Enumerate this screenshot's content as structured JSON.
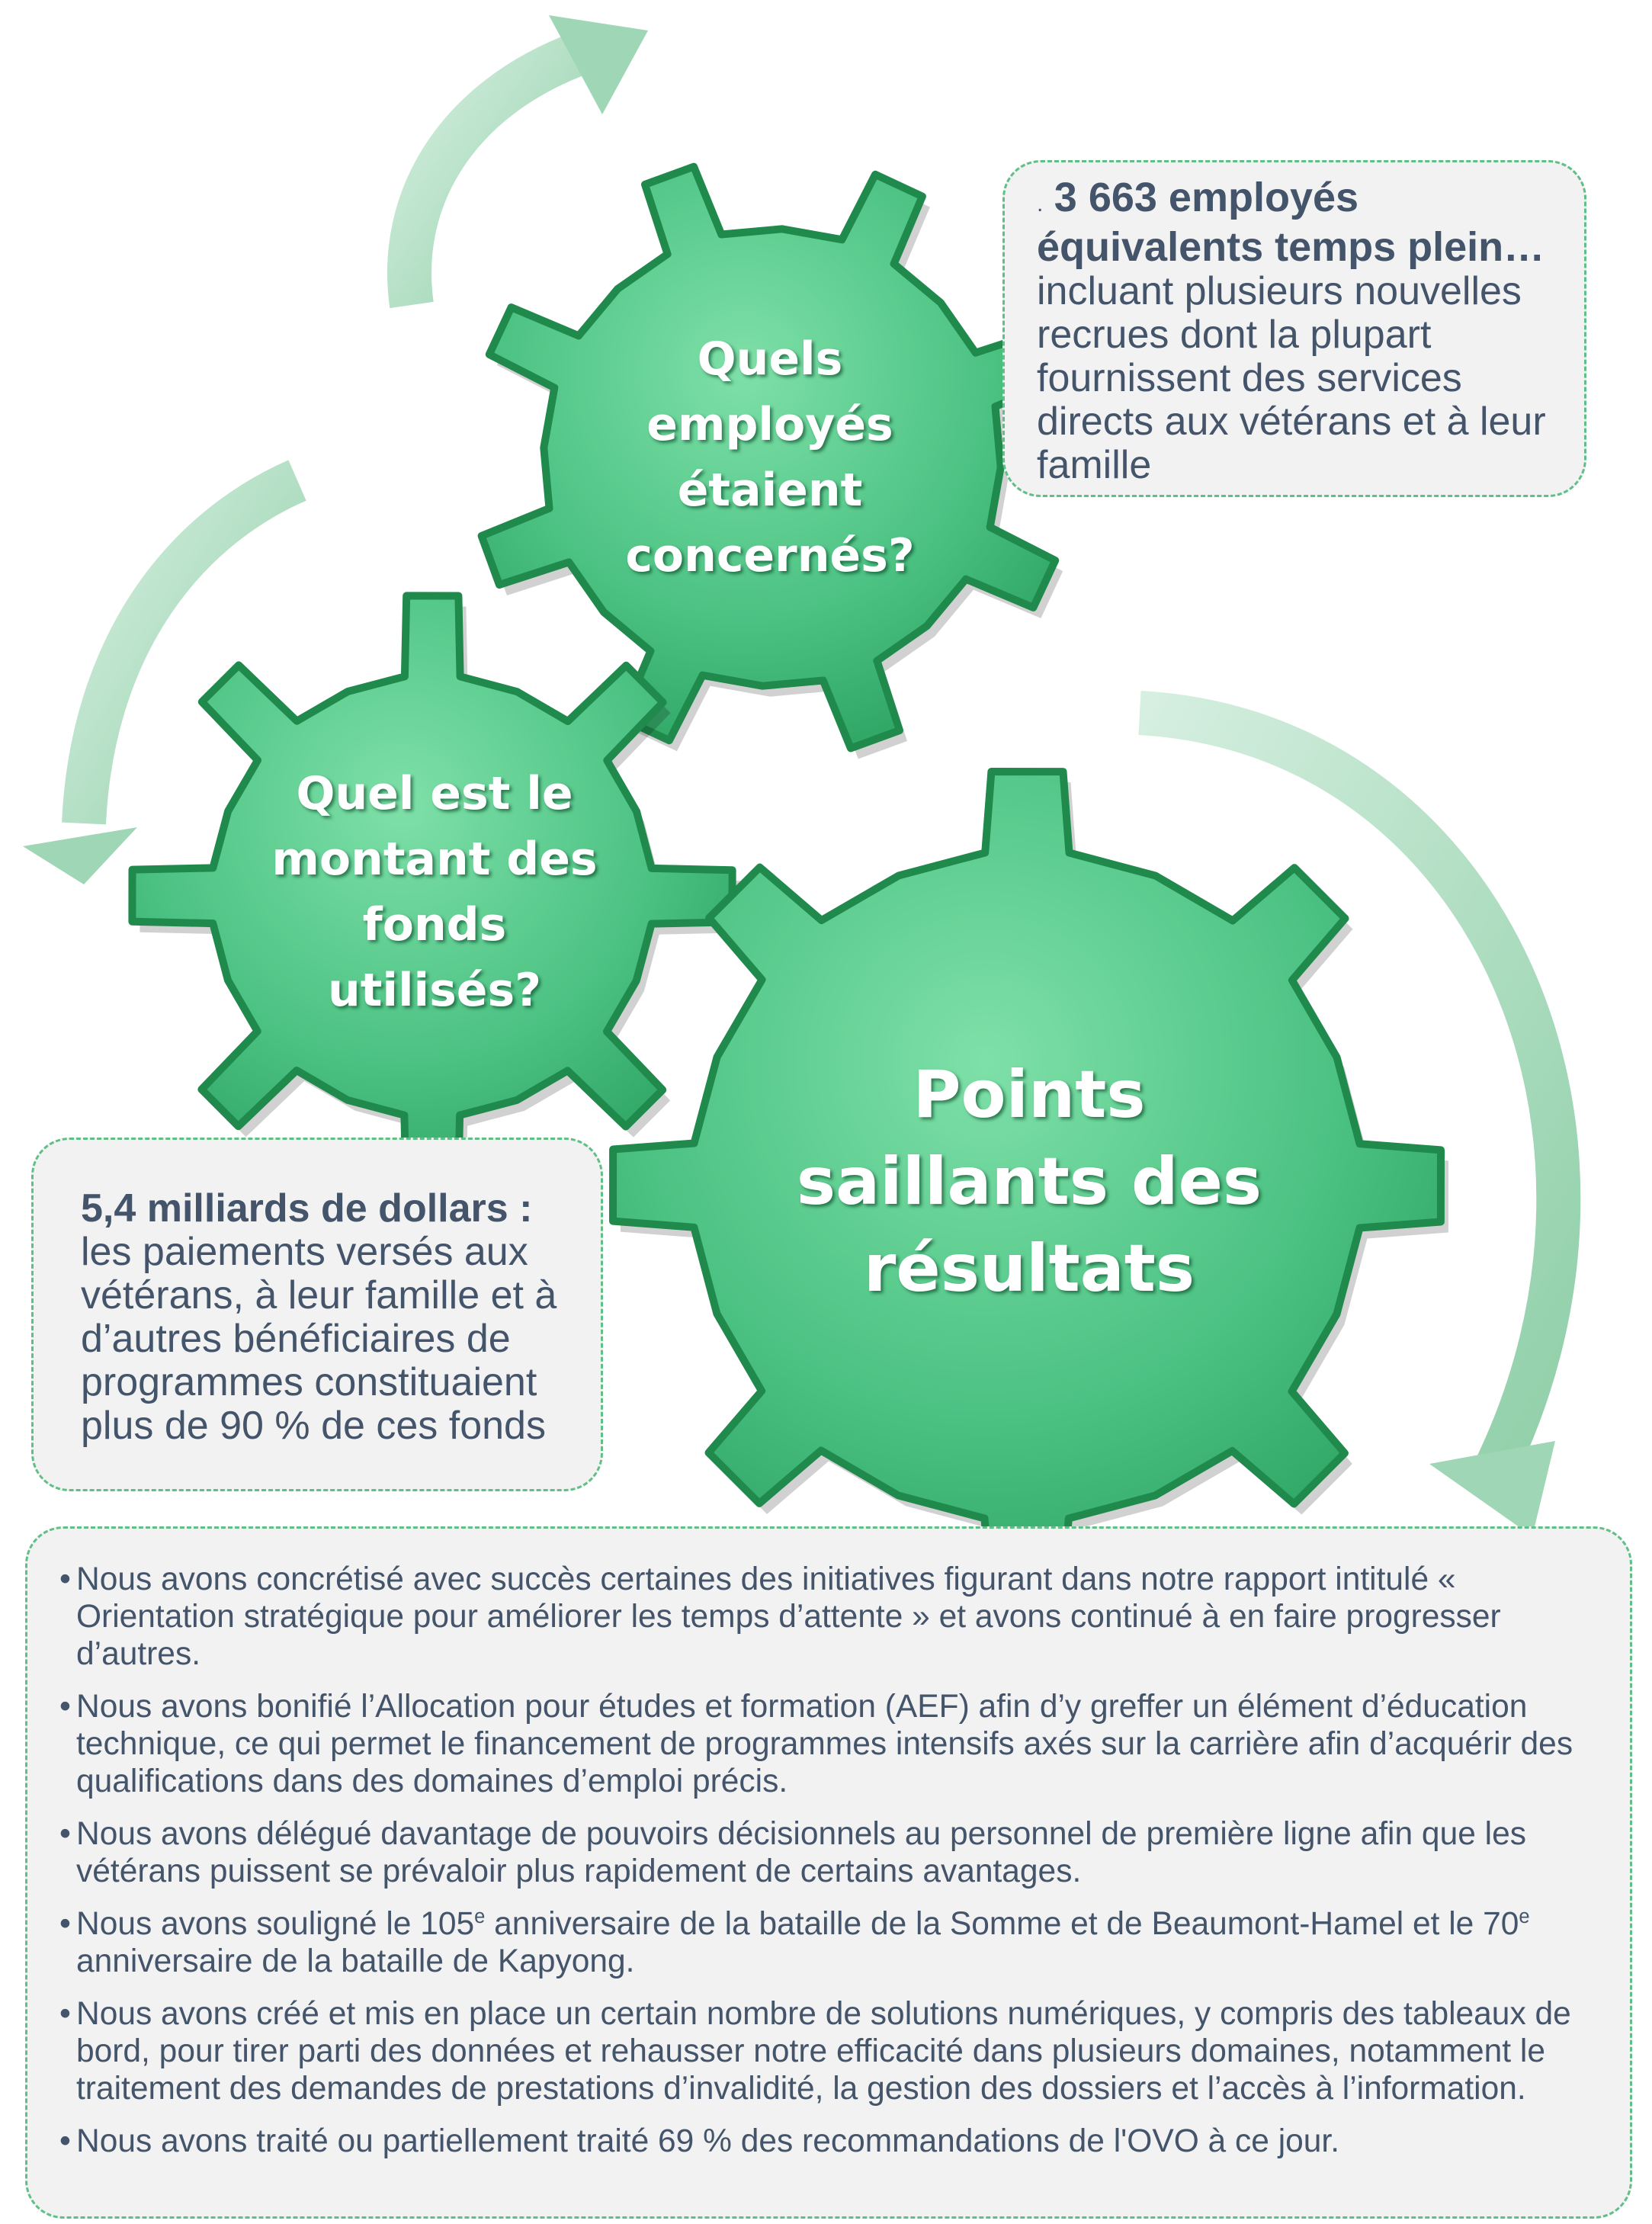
{
  "colors": {
    "gear": "#4cc283",
    "gear_dark": "#1f8a4c",
    "arrow": "#a9dcbd",
    "text": "#44546a",
    "box_bg": "#f2f2f2",
    "box_border": "#5fbf86"
  },
  "gears": {
    "employees": "Quels employés étaient concernés?",
    "funds": "Quel est le montant des fonds utilisés?",
    "results": "Points saillants des résultats"
  },
  "employees_box": {
    "bullet": ".",
    "bold": "3 663 employés équivalents temps plein…",
    "number": "3 663",
    "rest": "incluant plusieurs nouvelles recrues dont la plupart fournissent des services directs aux vétérans et à leur famille"
  },
  "funds_box": {
    "bold": "5,4 milliards de dollars :",
    "rest": "les paiements versés aux vétérans, à leur famille et à d’autres bénéficiaires de programmes constituaient plus de 90 % de ces fonds"
  },
  "results": {
    "bullet": "•",
    "items": [
      "Nous avons concrétisé avec succès certaines des initiatives figurant dans notre rapport intitulé « Orientation stratégique pour améliorer les temps d’attente » et avons continué à en faire progresser d’autres.",
      "Nous avons bonifié l’Allocation pour études et formation (AEF) afin d’y greffer un élément d’éducation technique, ce qui permet le financement de programmes intensifs axés sur la carrière afin d’acquérir des qualifications dans des domaines d’emploi précis.",
      "Nous avons délégué davantage de pouvoirs décisionnels au personnel de première ligne afin que les vétérans puissent se prévaloir plus rapidement de certains avantages.",
      "Nous avons créé et mis en place un certain nombre de solutions numériques, y compris des tableaux de bord, pour tirer parti des données et rehausser notre efficacité dans plusieurs domaines, notamment le traitement des demandes de prestations d’invalidité, la gestion des dossiers et l’accès à l’information.",
      "Nous avons traité ou partiellement traité 69 % des recommandations de l'OVO à ce jour."
    ],
    "anniversary": {
      "a": "Nous avons souligné le 105",
      "sup1": "e",
      "b": " anniversaire de la bataille de la Somme et de Beaumont-Hamel et le 70",
      "sup2": "e",
      "c": " anniversaire de la bataille de Kapyong."
    }
  }
}
